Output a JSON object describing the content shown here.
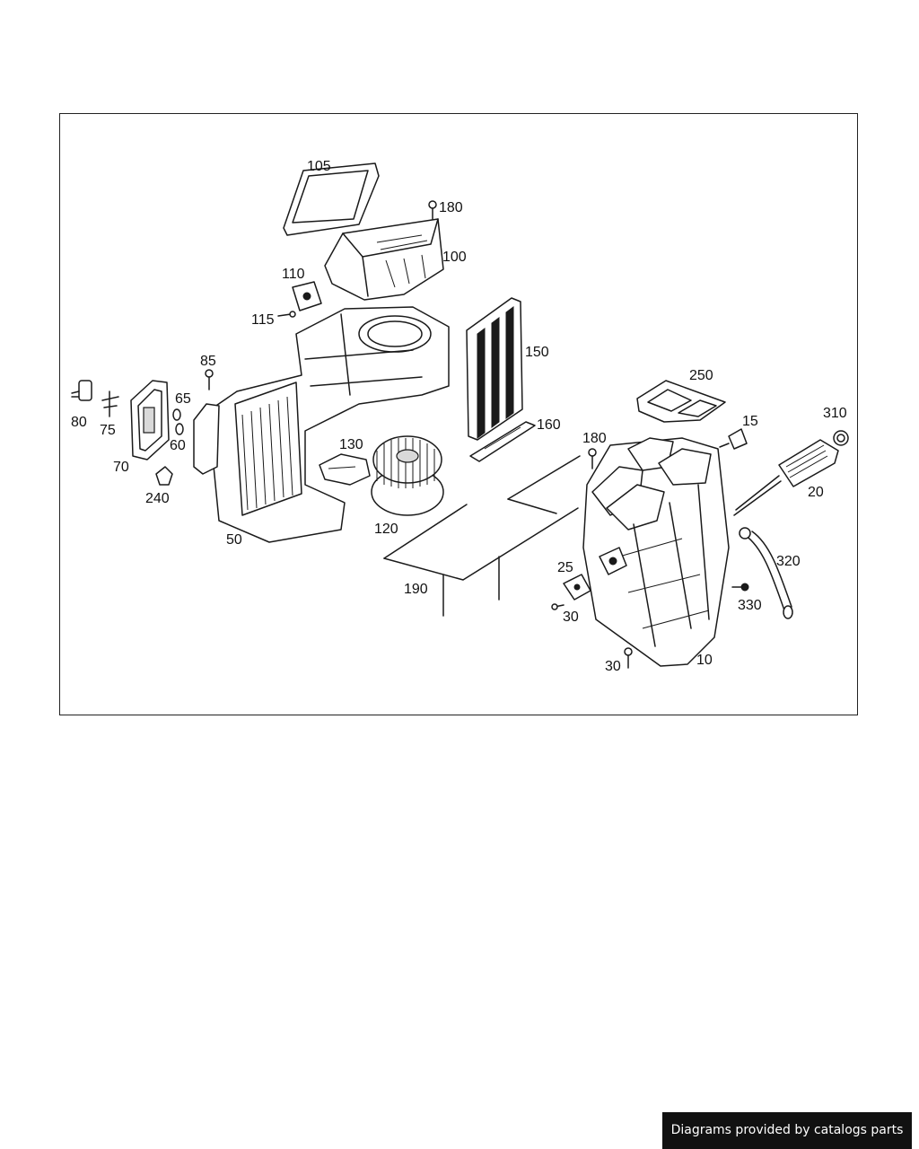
{
  "footer": {
    "credit": "Diagrams provided by catalogs parts"
  },
  "labels": {
    "p105": "105",
    "p180a": "180",
    "p100": "100",
    "p110": "110",
    "p115": "115",
    "p150": "150",
    "p85": "85",
    "p65": "65",
    "p80": "80",
    "p75": "75",
    "p60": "60",
    "p70": "70",
    "p240": "240",
    "p130": "130",
    "p160": "160",
    "p250": "250",
    "p15": "15",
    "p310": "310",
    "p180b": "180",
    "p20": "20",
    "p50": "50",
    "p120": "120",
    "p320": "320",
    "p25": "25",
    "p190": "190",
    "p30a": "30",
    "p330": "330",
    "p30b": "30",
    "p10": "10"
  }
}
